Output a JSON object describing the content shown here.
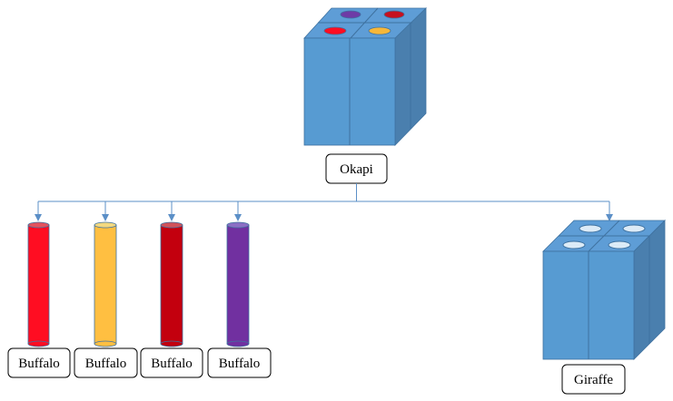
{
  "root": {
    "label": "Okapi"
  },
  "children": [
    {
      "label": "Buffalo",
      "kind": "cylinder",
      "color": "#FF0D22",
      "cap": "#E2525E"
    },
    {
      "label": "Buffalo",
      "kind": "cylinder",
      "color": "#FFBF41",
      "cap": "#F3D980"
    },
    {
      "label": "Buffalo",
      "kind": "cylinder",
      "color": "#C3000E",
      "cap": "#D0525A"
    },
    {
      "label": "Buffalo",
      "kind": "cylinder",
      "color": "#7130A0",
      "cap": "#8B6FC4"
    },
    {
      "label": "Giraffe",
      "kind": "cube"
    }
  ],
  "colors": {
    "cube_front": "#579BD2",
    "cube_top": "#5E9DD6",
    "cube_side": "#4A7FAE",
    "cube_edge": "#3F72A0",
    "connector": "#5B8FC7",
    "okapi_dots": [
      "#6E3BA6",
      "#C7101E",
      "#FF0D22",
      "#F7B739"
    ],
    "giraffe_dots": "#DCEBF7"
  }
}
